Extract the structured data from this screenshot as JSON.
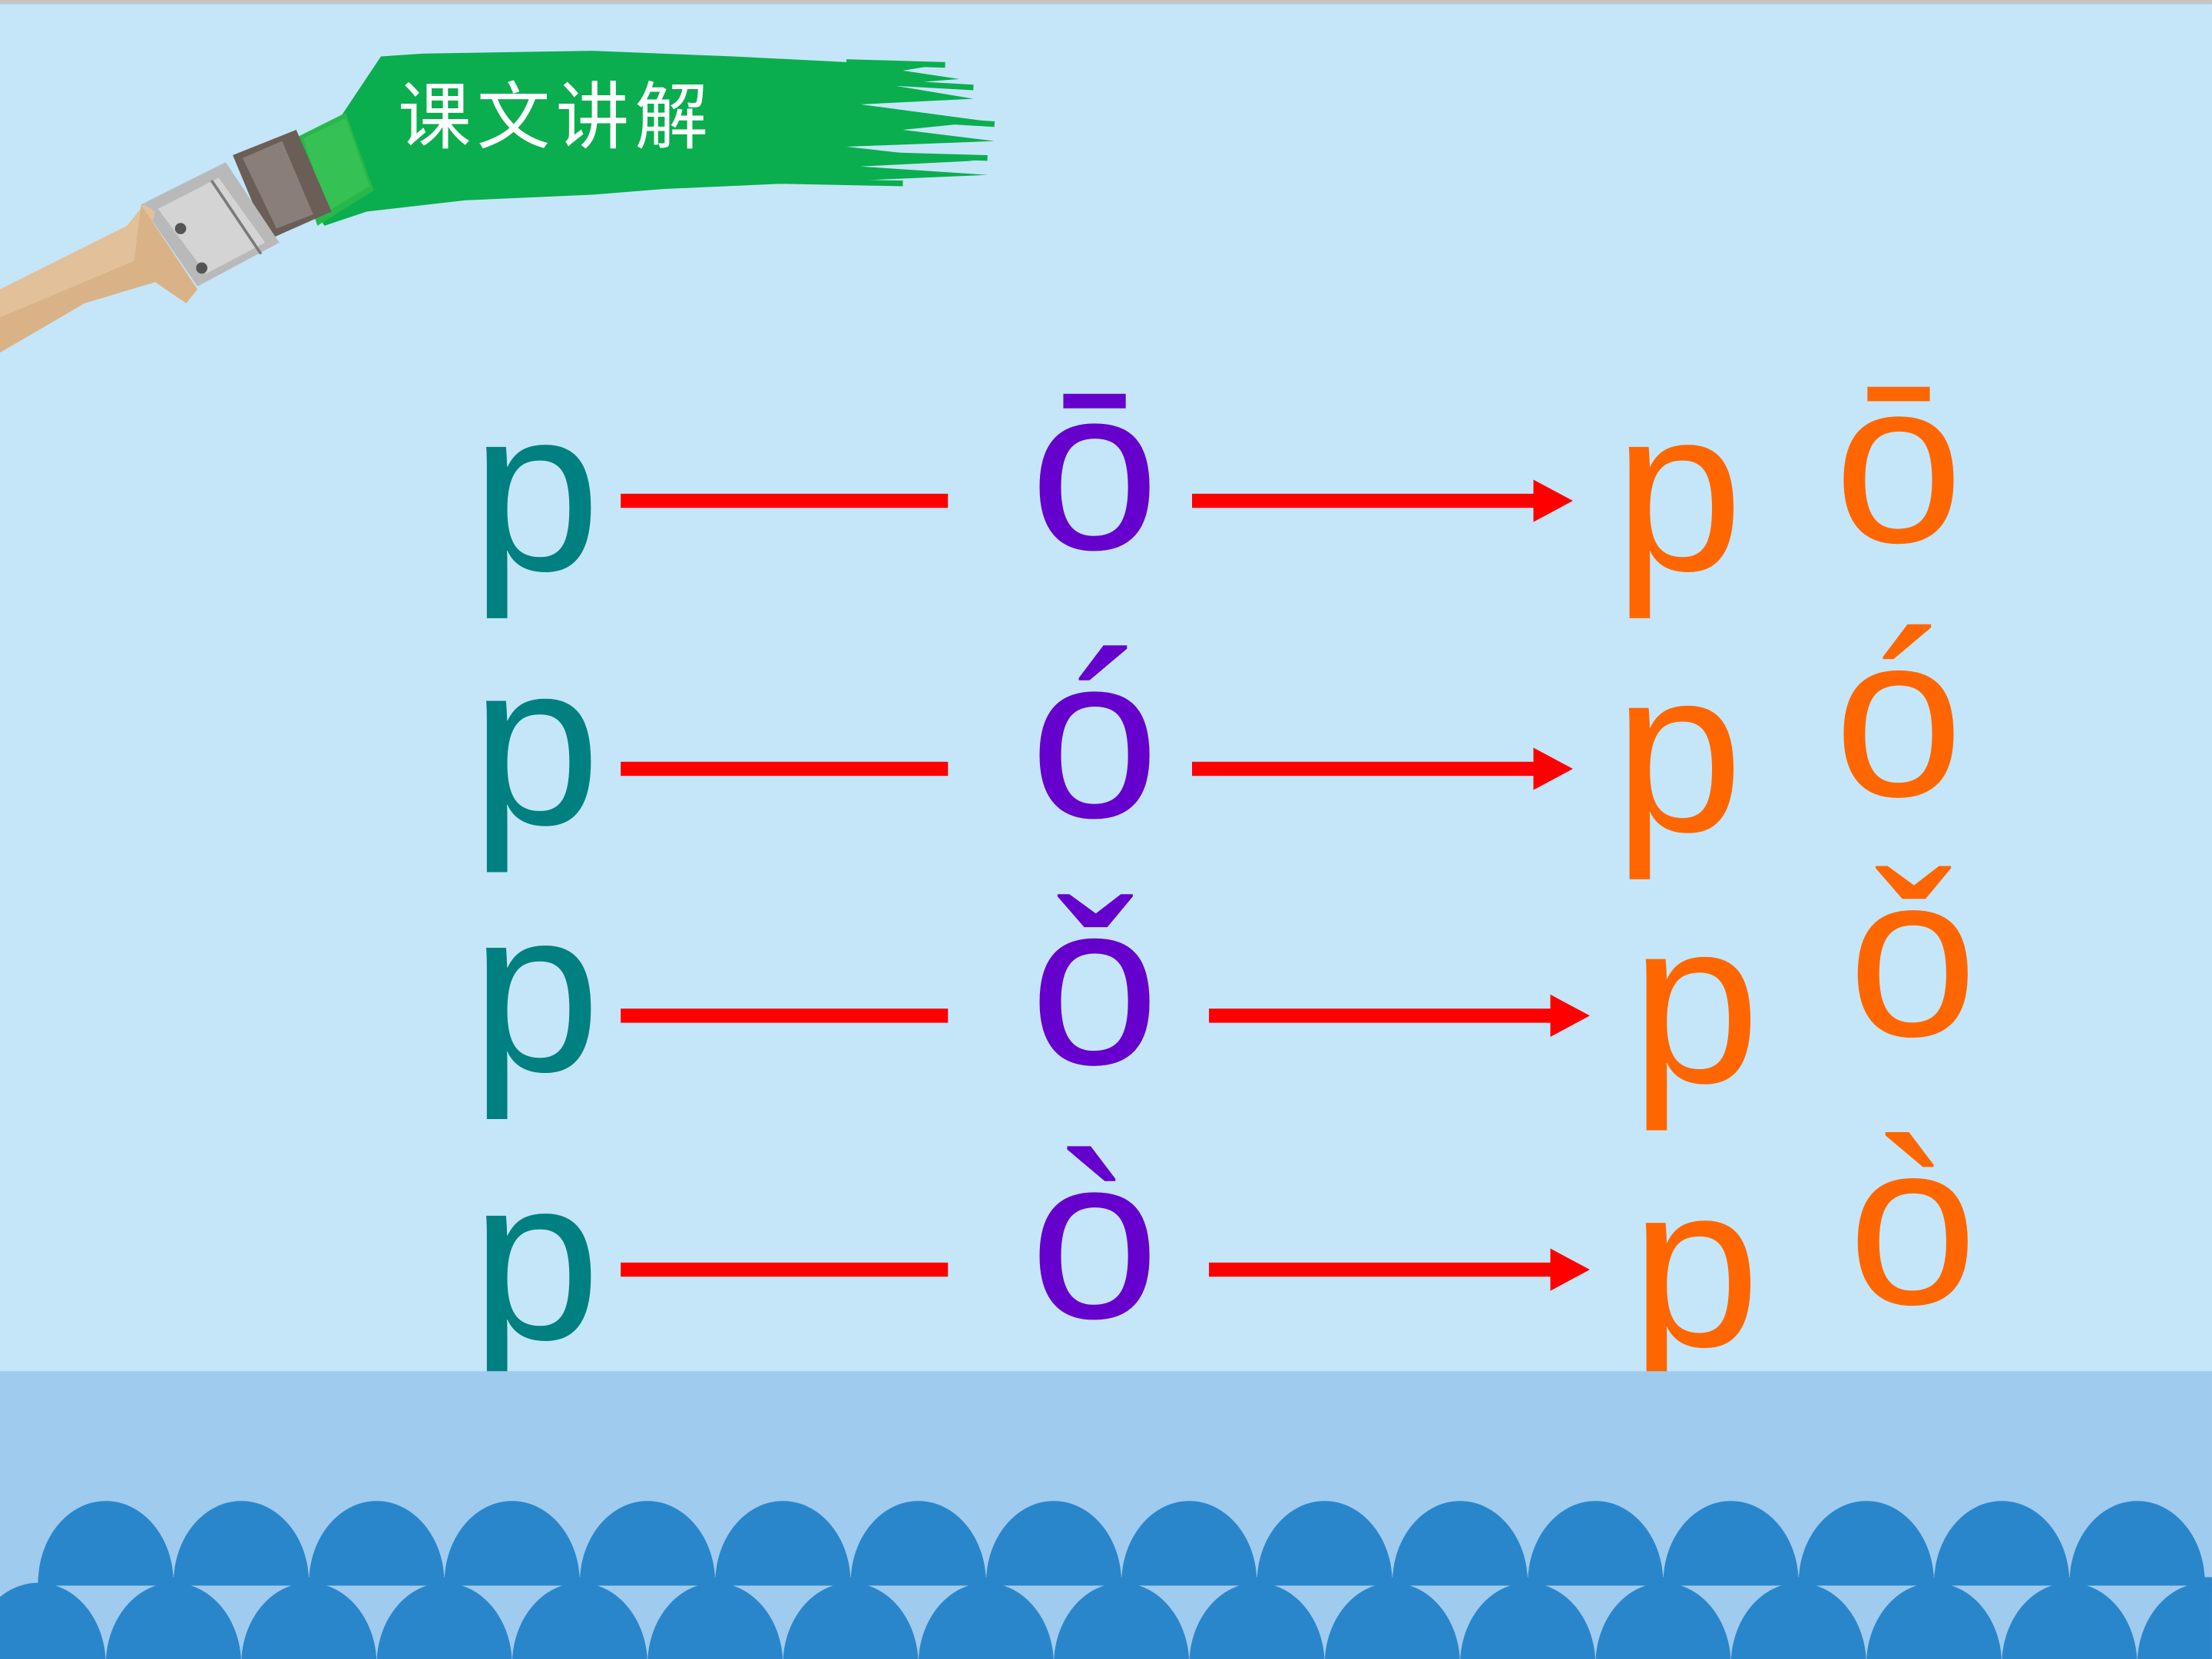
{
  "slide": {
    "section_title": "课文讲解",
    "colors": {
      "background": "#C5E6F8",
      "band": "#9FCBEF",
      "waves": "#2A86CB",
      "initial": "#008080",
      "final": "#6600CC",
      "syllable": "#FF6600",
      "connector": "#FF0000",
      "banner": "#0AAE4E"
    }
  },
  "rows": [
    {
      "initial": "p",
      "final": "ō",
      "syllable_initial": "p",
      "syllable_final": "ō"
    },
    {
      "initial": "p",
      "final": "ó",
      "syllable_initial": "p",
      "syllable_final": "ó"
    },
    {
      "initial": "p",
      "final": "ǒ",
      "syllable_initial": "p",
      "syllable_final": "ǒ"
    },
    {
      "initial": "p",
      "final": "ò",
      "syllable_initial": "p",
      "syllable_final": "ò"
    }
  ],
  "icons": {
    "brush": "paintbrush-icon",
    "arrow": "right-arrow-icon"
  }
}
